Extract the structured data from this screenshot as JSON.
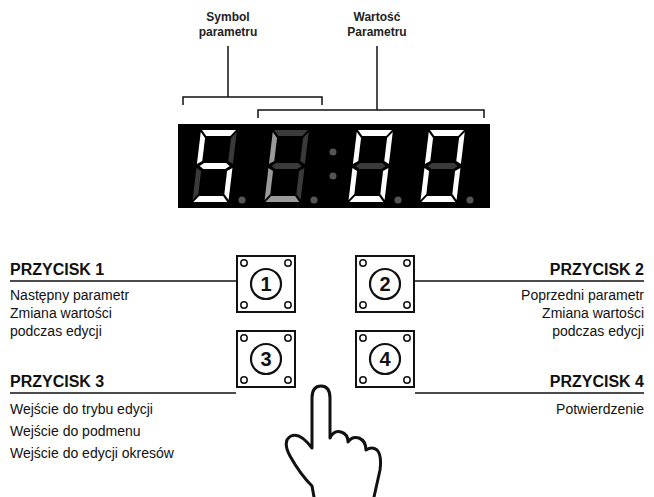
{
  "diagram": {
    "nodes": [
      {
        "text": [
          "1"
        ]
      },
      {
        "text": [
          "2"
        ]
      },
      {
        "text": [
          "3"
        ]
      },
      {
        "text": [
          "4"
        ]
      }
    ],
    "labels": [
      "Symbol parametru",
      "Wartość Parametru",
      "PRZYCISK 1",
      "Następny parametr",
      "Zmiana wartości podczas edycji",
      "PRZYCISK 2",
      "Poprzedni parametr",
      "Zmiana wartości podczas edycji",
      "PRZYCISK 3",
      "Wejście do trybu edycji",
      "Wejście do podmenu",
      "Wejście do edycji okresów",
      "PRZYCISK 4",
      "Potwierdzenie"
    ]
  }
}
